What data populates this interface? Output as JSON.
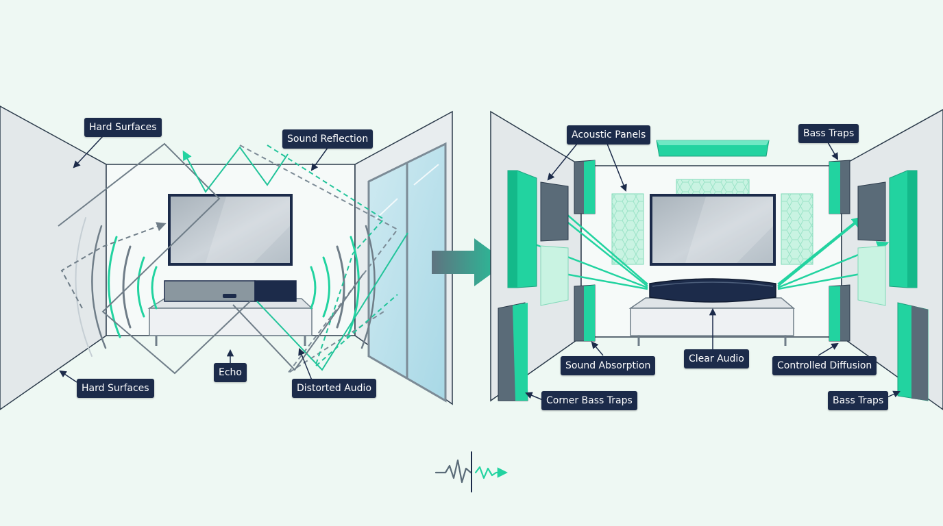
{
  "colors": {
    "background": "#eef8f3",
    "accent_teal": "#22d3a0",
    "navy": "#1c2b4a",
    "wall": "#e3e8ea",
    "panel_slate": "#5a6b78"
  },
  "labels": {
    "hard_surfaces_top": "Hard Surfaces",
    "sound_reflection": "Sound Reflection",
    "hard_surfaces_bottom": "Hard Surfaces",
    "echo": "Echo",
    "distorted_audio": "Distorted Audio",
    "acoustic_panels": "Acoustic Panels",
    "bass_traps_top": "Bass Traps",
    "sound_absorption": "Sound Absorption",
    "clear_audio": "Clear Audio",
    "controlled_diffusion": "Controlled Diffusion",
    "corner_bass_traps": "Corner Bass Traps",
    "bass_traps_bottom": "Bass Traps"
  },
  "icons": {
    "transition": "right-arrow-icon",
    "waveform": "waveform-icon"
  }
}
